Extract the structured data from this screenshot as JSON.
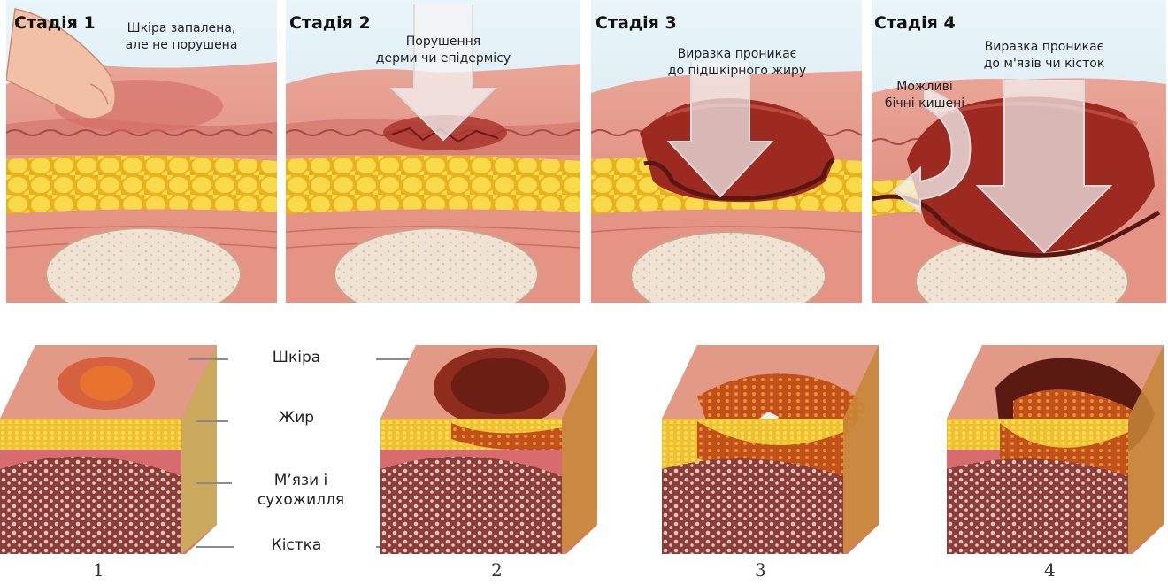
{
  "stages": [
    {
      "title": "Стадія 1",
      "caption": [
        "Шкіра запалена,",
        "але не порушена"
      ]
    },
    {
      "title": "Стадія 2",
      "caption": [
        "Порушення",
        "дерми чи епідермісу"
      ]
    },
    {
      "title": "Стадія 3",
      "caption": [
        "Виразка проникає",
        "до підшкірного жиру"
      ]
    },
    {
      "title": "Стадія 4",
      "caption": [
        "Виразка проникає",
        "до м'язів чи кісток"
      ],
      "side_caption": [
        "Можливі",
        "бічні кишені"
      ]
    }
  ],
  "layers": {
    "skin": "Шкіра",
    "fat": "Жир",
    "muscle": [
      "М’язи і",
      "сухожилля"
    ],
    "bone": "Кістка"
  },
  "block_numbers": [
    "1",
    "2",
    "3",
    "4"
  ],
  "colors": {
    "sky": "#d8ebf2",
    "skin": "#e7a291",
    "skin_dark": "#c8574f",
    "fat": "#f4cf3a",
    "muscle": "#e48f83",
    "bone": "#efe0cf",
    "wound": "#9c2a20",
    "arrow": "#f2f2f2"
  }
}
